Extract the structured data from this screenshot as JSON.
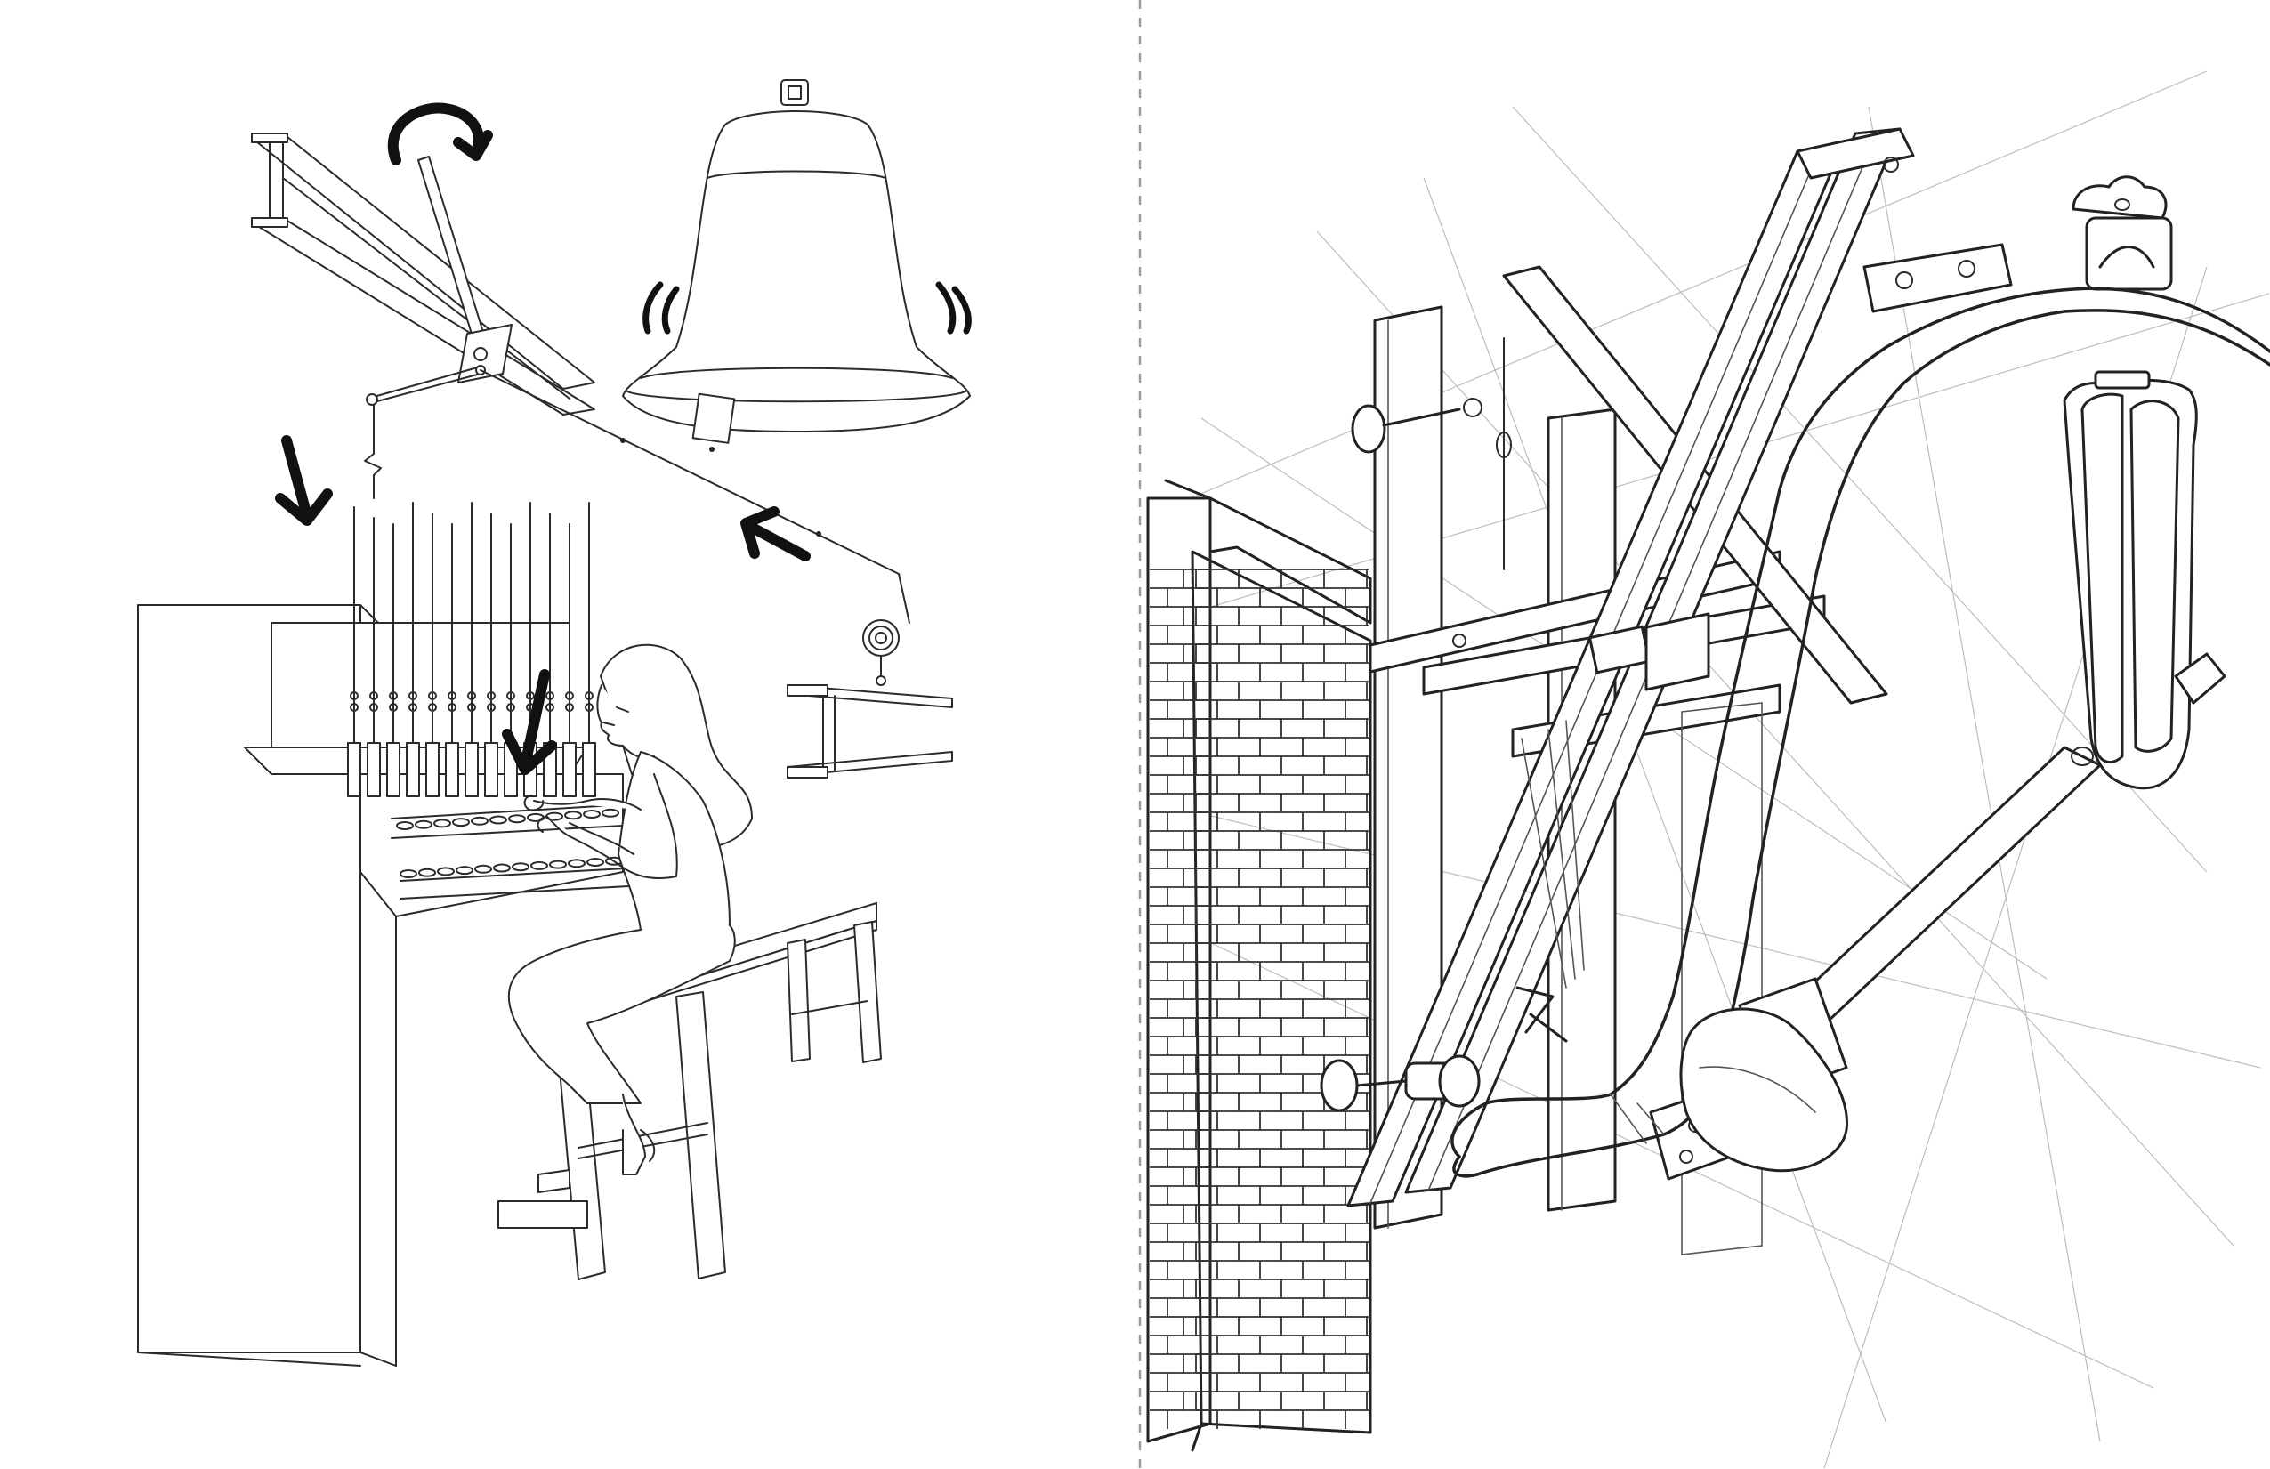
{
  "figure": {
    "panels": [
      {
        "id": "left",
        "depicts": "carillonneur-at-clavier-schematic"
      },
      {
        "id": "right",
        "depicts": "bell-and-clapper-mechanism-sketch"
      }
    ],
    "divider": "dashed-vertical",
    "colors": {
      "ink": "#1a1a1a",
      "pencil": "#555555",
      "faint": "#bdbdbd",
      "paper": "#ffffff"
    },
    "icons": [
      "rotation-arrow-icon",
      "down-arrow-icon",
      "pull-arrow-icon",
      "vibration-marks-icon"
    ]
  }
}
